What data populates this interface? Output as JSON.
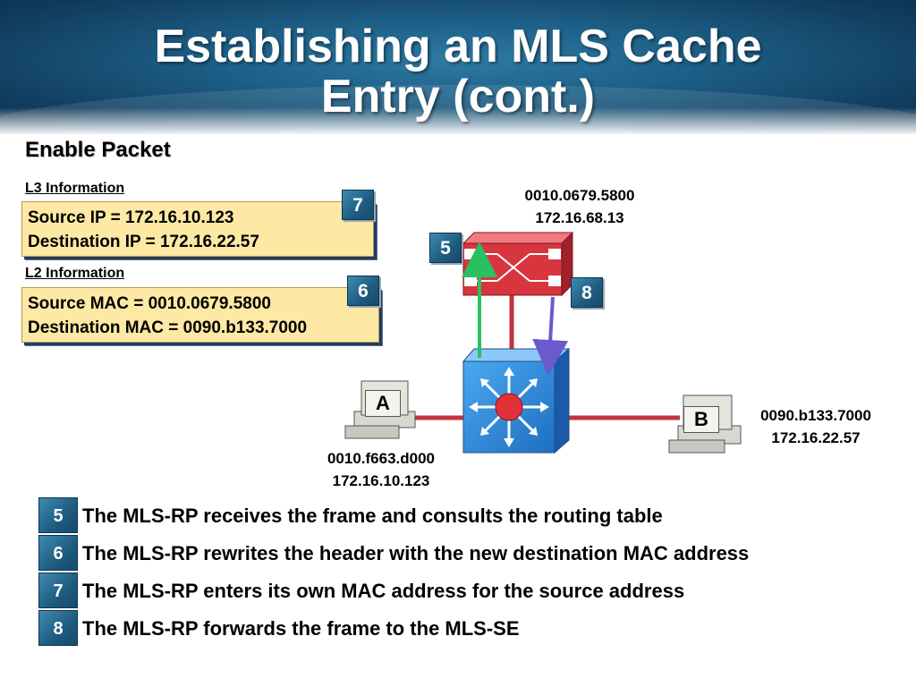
{
  "slide": {
    "title_line1": "Establishing an MLS Cache",
    "title_line2": "Entry (cont.)",
    "subheading": "Enable Packet"
  },
  "l3": {
    "label": "L3 Information",
    "source": "Source IP = 172.16.10.123",
    "destination": "Destination IP = 172.16.22.57",
    "badge": "7"
  },
  "l2": {
    "label": "L2 Information",
    "source": "Source MAC = 0010.0679.5800",
    "destination": "Destination MAC = 0090.b133.7000",
    "badge": "6"
  },
  "router": {
    "mac": "0010.0679.5800",
    "ip": "172.16.68.13",
    "badge_in": "5",
    "badge_out": "8"
  },
  "host_a": {
    "label": "A",
    "mac": "0010.f663.d000",
    "ip": "172.16.10.123"
  },
  "host_b": {
    "label": "B",
    "mac": "0090.b133.7000",
    "ip": "172.16.22.57"
  },
  "steps": [
    {
      "num": "5",
      "text": "The MLS-RP receives the frame and consults the routing table"
    },
    {
      "num": "6",
      "text": "The MLS-RP rewrites the header with the new destination MAC address"
    },
    {
      "num": "7",
      "text": "The MLS-RP enters its own MAC address for the source address"
    },
    {
      "num": "8",
      "text": "The MLS-RP forwards the frame to the MLS-SE"
    }
  ],
  "colors": {
    "header_blue": "#1d5f86",
    "router_red": "#d8353f",
    "switch_blue": "#2f8fe0",
    "link_red": "#c4313d",
    "arrow_green": "#28c060",
    "arrow_purple": "#6a5acd",
    "info_box_fill": "#fde8a4",
    "badge_blue": "#1e5b80"
  },
  "icons": [
    "router-icon",
    "multilayer-switch-icon",
    "workstation-icon"
  ]
}
